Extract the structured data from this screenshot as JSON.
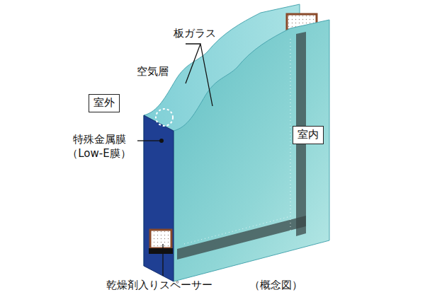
{
  "diagram": {
    "caption": "（概念図）",
    "nodes": [
      {
        "text": [
          "室外"
        ]
      },
      {
        "text": [
          "室内"
        ]
      }
    ],
    "labels": [
      "板ガラス",
      "空気層",
      "特殊金属膜 （Low-E膜）",
      "乾燥剤入りスペーサー"
    ]
  }
}
